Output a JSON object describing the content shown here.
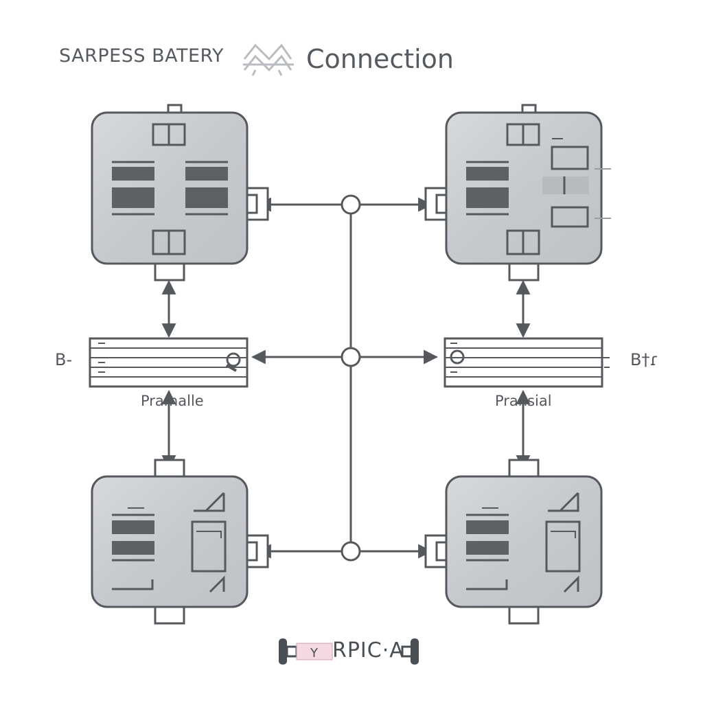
{
  "header": {
    "title_left": "SARPESS BATERY",
    "title_right": "Connection",
    "logo_icon": "zigzag-connector-icon"
  },
  "labels": {
    "left_terminal": "B-",
    "right_terminal": "B†ɾ",
    "left_bus": "Pramalle",
    "right_bus": "Pransial"
  },
  "footer": {
    "text": "RPIC·A",
    "small_text": "Y"
  },
  "colors": {
    "battery_fill": "#c9ccd0",
    "stroke": "#55595e",
    "dark_bar": "#5d6064",
    "accent_pink": "#e8a9b8"
  }
}
